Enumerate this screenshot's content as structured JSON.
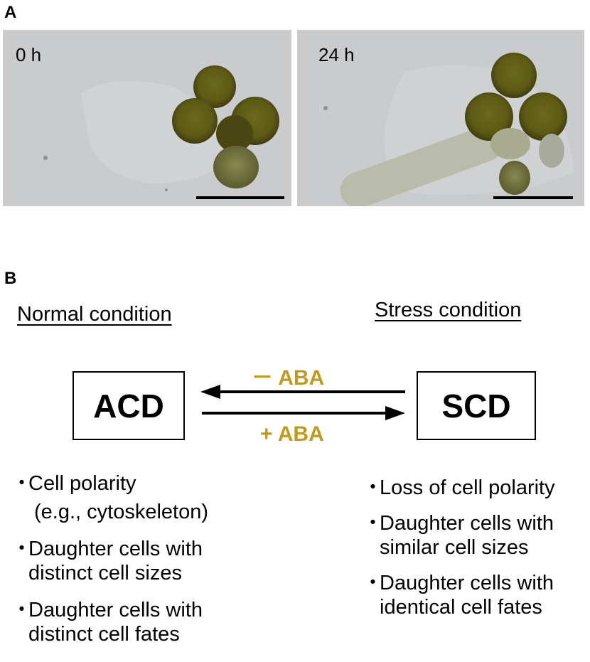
{
  "panel_a": {
    "label": "A",
    "images": [
      {
        "time": "0 h"
      },
      {
        "time": "24 h"
      }
    ]
  },
  "panel_b": {
    "label": "B",
    "left": {
      "heading": "Normal condition",
      "box": "ACD",
      "bullets": [
        {
          "line1": "Cell polarity",
          "line2": "(e.g., cytoskeleton)"
        },
        {
          "line1": "Daughter cells with",
          "line2": "distinct cell sizes"
        },
        {
          "line1": "Daughter cells with",
          "line2": "distinct cell fates"
        }
      ]
    },
    "right": {
      "heading": "Stress condition",
      "box": "SCD",
      "bullets": [
        {
          "line1": "Loss of cell polarity"
        },
        {
          "line1": "Daughter cells with",
          "line2": "similar cell sizes"
        },
        {
          "line1": "Daughter cells with",
          "line2": "identical cell fates"
        }
      ]
    },
    "arrow_top_label": "－ ABA",
    "arrow_bottom_label": "+ ABA",
    "bullet_symbol": "・",
    "aba_color": "#c49a1c"
  }
}
